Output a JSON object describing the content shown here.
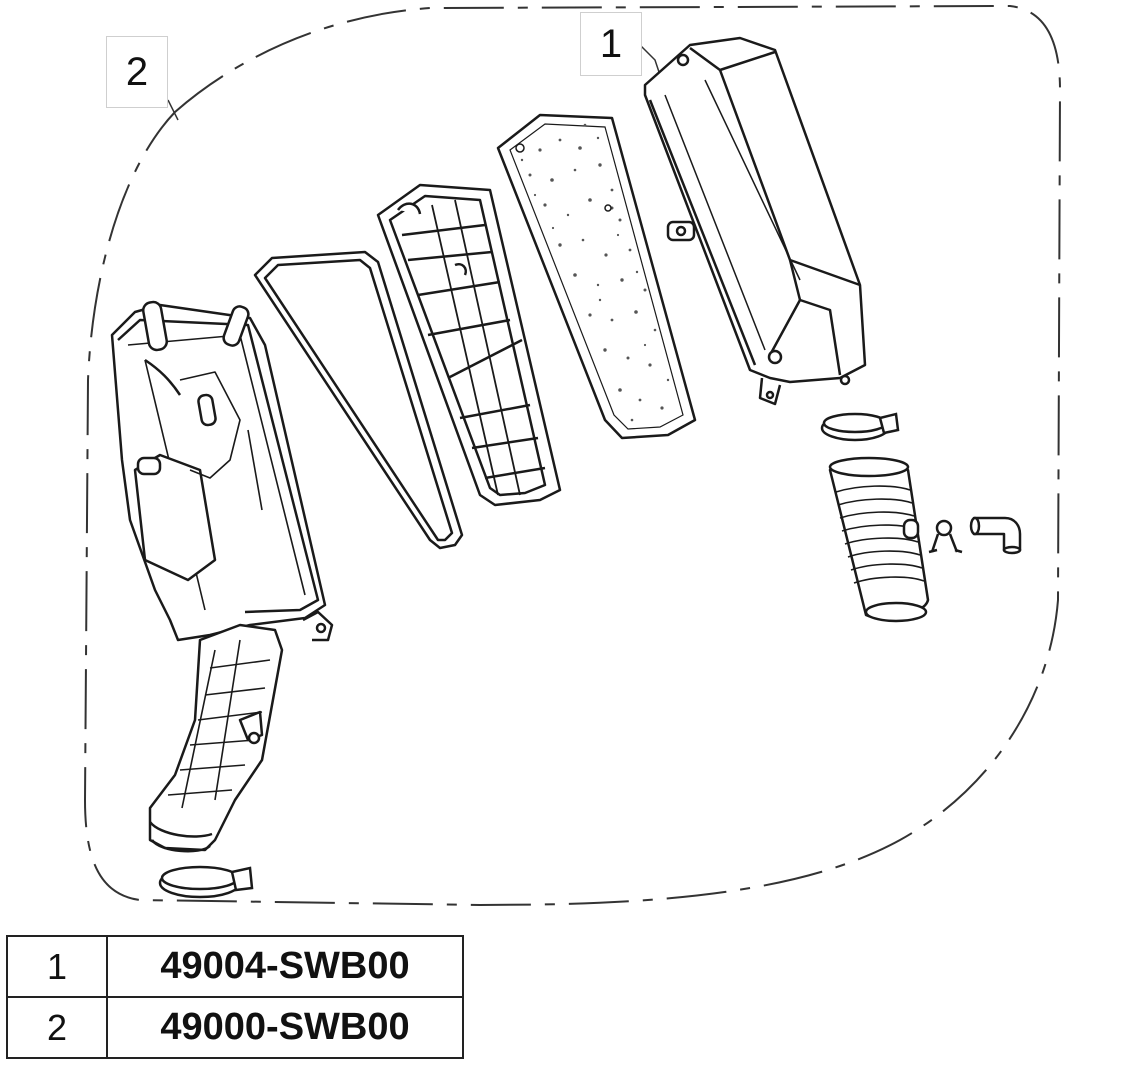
{
  "callouts": [
    {
      "label": "1"
    },
    {
      "label": "2"
    }
  ],
  "parts_table": {
    "rows": [
      {
        "ref": "1",
        "part_number": "49004-SWB00"
      },
      {
        "ref": "2",
        "part_number": "49000-SWB00"
      }
    ]
  },
  "colors": {
    "line": "#1a1a1a",
    "dash_boundary": "#333333"
  }
}
